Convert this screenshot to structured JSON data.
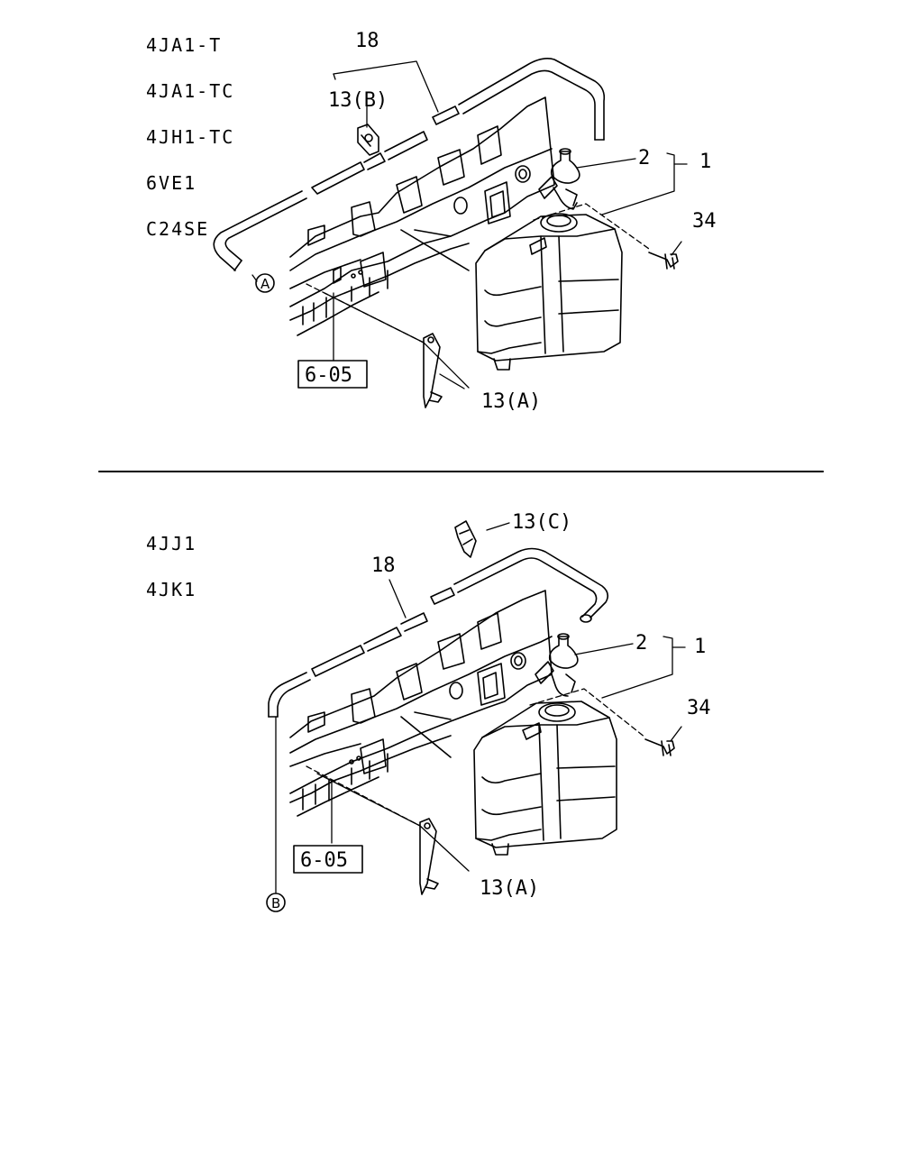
{
  "top_panel": {
    "models": [
      "4JA1-T",
      "4JA1-TC",
      "4JH1-TC",
      "6VE1",
      "C24SE"
    ],
    "callouts": {
      "hose": "18",
      "clip_b": "13(B)",
      "cap": "2",
      "tank_assembly": "1",
      "bolt": "34",
      "bracket_a": "13(A)",
      "ref_page": "6-05",
      "connector": "A"
    }
  },
  "bottom_panel": {
    "models": [
      "4JJ1",
      "4JK1"
    ],
    "callouts": {
      "hose": "18",
      "clip_c": "13(C)",
      "cap": "2",
      "tank_assembly": "1",
      "bolt": "34",
      "bracket_a": "13(A)",
      "ref_page": "6-05",
      "connector": "B"
    }
  }
}
